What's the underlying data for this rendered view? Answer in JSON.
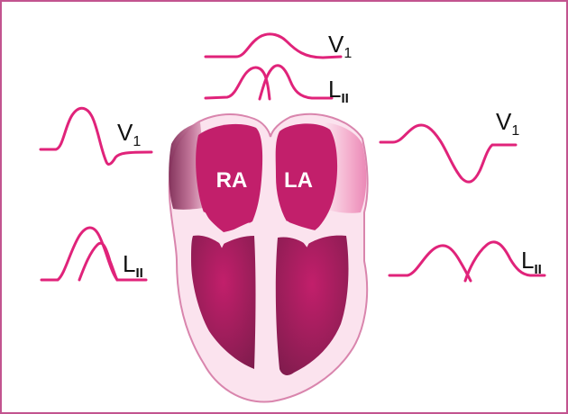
{
  "colors": {
    "frame": "#c2548f",
    "trace": "#e0237a",
    "myocardium_light": "#fbe3ee",
    "myocardium_edge": "#d985ad",
    "chamber": "#c21f6b",
    "chamber_dark": "#8a1d52",
    "label_text": "#111111",
    "chamber_text": "#ffffff"
  },
  "chambers": {
    "right_atrium": "RA",
    "left_atrium": "LA"
  },
  "leads": {
    "top_v1": {
      "base": "V",
      "sub": "1"
    },
    "top_lii": {
      "base": "L",
      "sub": "II"
    },
    "left_v1": {
      "base": "V",
      "sub": "1"
    },
    "left_lii": {
      "base": "L",
      "sub": "II"
    },
    "right_v1": {
      "base": "V",
      "sub": "1"
    },
    "right_lii": {
      "base": "L",
      "sub": "II"
    }
  }
}
